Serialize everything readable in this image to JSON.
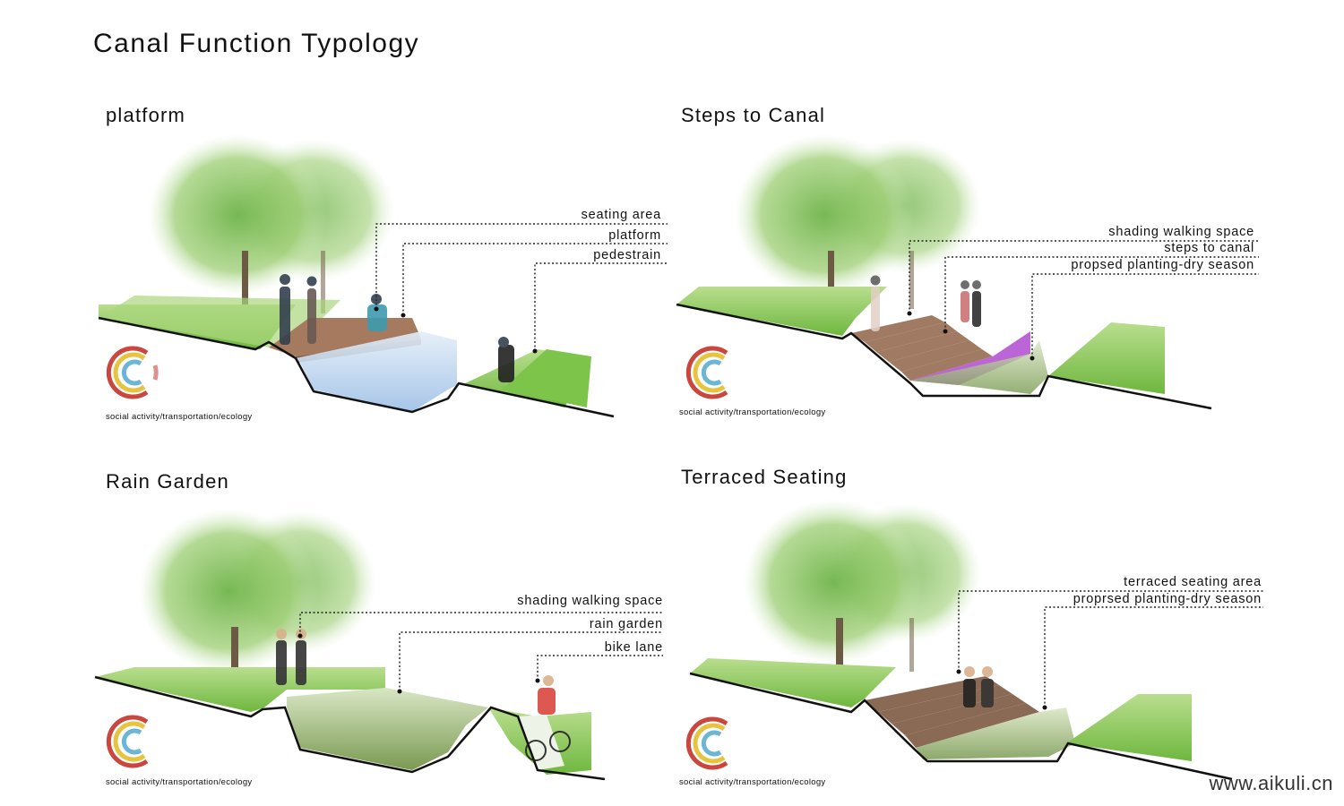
{
  "title": "Canal Function Typology",
  "panels": [
    {
      "heading": "platform",
      "labels": [
        "seating area",
        "platform",
        "pedestrain"
      ],
      "caption": "social activity/transportation/ecology"
    },
    {
      "heading": "Steps to Canal",
      "labels": [
        "shading walking space",
        "steps to canal",
        "propsed planting-dry season"
      ],
      "caption": "social activity/transportation/ecology"
    },
    {
      "heading": "Rain Garden",
      "labels": [
        "shading walking space",
        "rain garden",
        "bike lane"
      ],
      "caption": "social activity/transportation/ecology"
    },
    {
      "heading": "Terraced Seating",
      "labels": [
        "terraced seating area",
        "proprsed planting-dry season"
      ],
      "caption": "social activity/transportation/ecology"
    }
  ],
  "watermark": "www.aikuli.cn",
  "colors": {
    "grass": "#7dc44a",
    "grass_light": "#b7de8a",
    "tree": "#86c25a",
    "water": "#b9d3ef",
    "deck": "#a57a5e",
    "flowers": "#b04ad0",
    "logo_red": "#c9473f",
    "logo_yellow": "#e6c440",
    "logo_blue": "#6bb6d6"
  }
}
